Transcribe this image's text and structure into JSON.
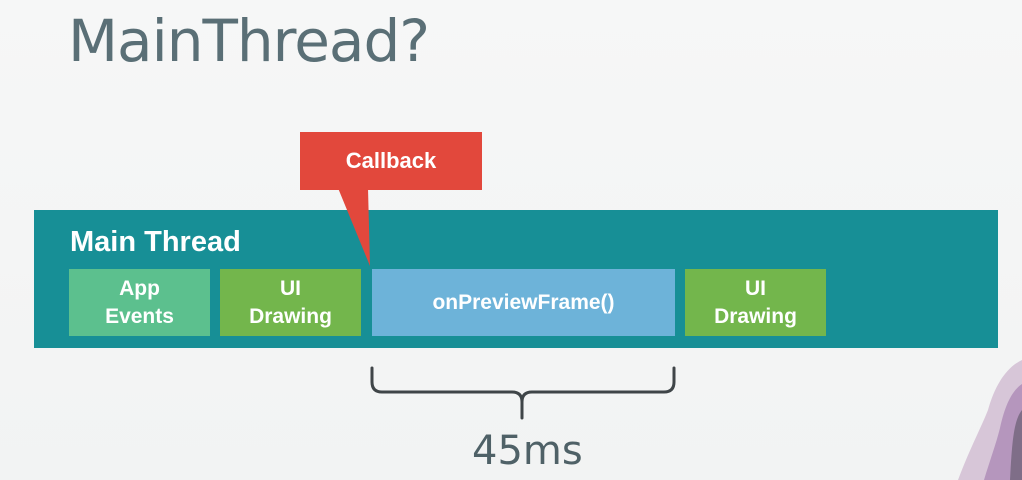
{
  "slide": {
    "title": "MainThread?"
  },
  "diagram": {
    "thread_label": "Main Thread",
    "callout_label": "Callback",
    "blocks": [
      {
        "lines": [
          "App",
          "Events"
        ]
      },
      {
        "lines": [
          "UI",
          "Drawing"
        ]
      },
      {
        "lines": [
          "onPreviewFrame()"
        ]
      },
      {
        "lines": [
          "UI",
          "Drawing"
        ]
      }
    ],
    "duration_label": "45ms"
  },
  "colors": {
    "title": "#5a6f76",
    "thread_bar": "#178f96",
    "app_events": "#5cc08e",
    "ui_drawing": "#73b64c",
    "preview_frame": "#6db3d9",
    "callout": "#e2483c",
    "duration_text": "#4f6167"
  }
}
